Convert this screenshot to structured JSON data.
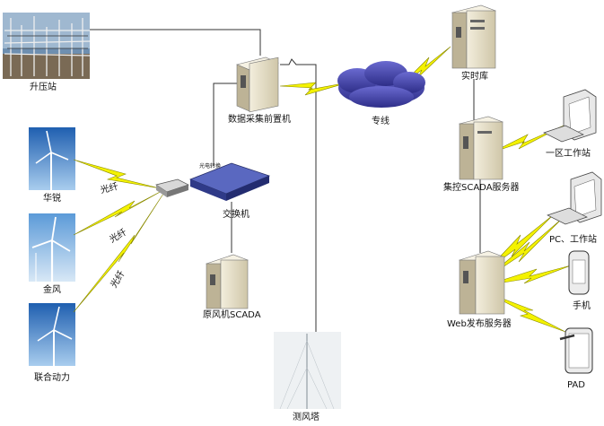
{
  "nodes": {
    "substation": "升压站",
    "front_end": "数据采集前置机",
    "dedicated_line": "专线",
    "realtime_db": "实时库",
    "scada_server": "集控SCADA服务器",
    "zone1_ws": "一区工作站",
    "switch": "交换机",
    "switch_tag": "光电转换",
    "turbine_huarui": "华锐",
    "turbine_jinfeng": "金风",
    "turbine_lianhe": "联合动力",
    "orig_scada": "原风机SCADA",
    "pc_ws": "PC、工作站",
    "phone": "手机",
    "web_server": "Web发布服务器",
    "pad": "PAD",
    "met_mast": "测风塔"
  },
  "links": {
    "fiber1": "光纤",
    "fiber2": "光纤",
    "fiber3": "光纤"
  },
  "colors": {
    "bolt": "#f4f200",
    "bolt_edge": "#8a8a00",
    "cloud": "#4a4aa8",
    "switch": "#3a4aa0",
    "server": "#e8e0c8",
    "sky": "#2f78c8"
  }
}
